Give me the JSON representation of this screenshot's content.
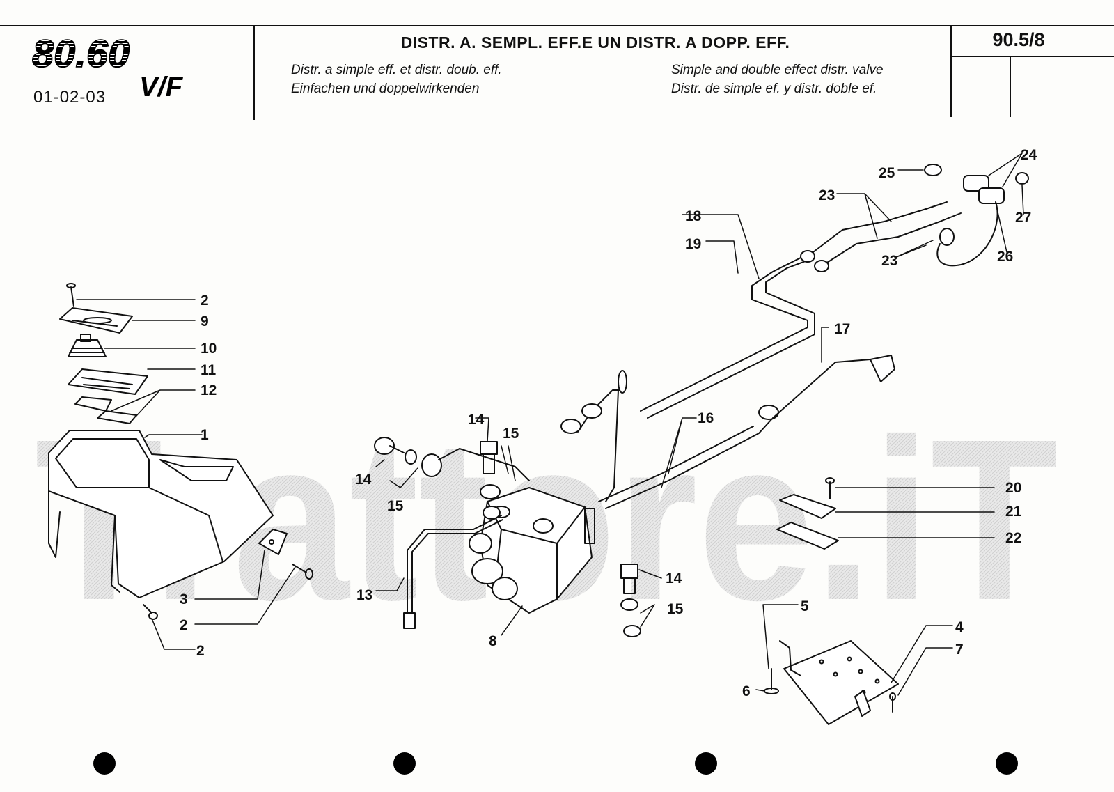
{
  "header": {
    "model_logo": "80.60",
    "model_suffix": "V/F",
    "model_code": "01-02-03",
    "title": "DISTR. A. SEMPL. EFF.E UN DISTR. A DOPP. EFF.",
    "subtitles": {
      "fr": "Distr. a simple eff. et distr. doub. eff.",
      "de": "Einfachen und doppelwirkenden",
      "en": "Simple and double effect distr. valve",
      "es": "Distr. de simple ef. y distr. doble ef."
    },
    "page_number": "90.5/8"
  },
  "watermark": "Trattore.iT",
  "callouts": [
    "2",
    "9",
    "10",
    "11",
    "12",
    "1",
    "3",
    "2",
    "2",
    "14",
    "15",
    "14",
    "15",
    "13",
    "8",
    "14",
    "15",
    "16",
    "17",
    "18",
    "19",
    "23",
    "23",
    "25",
    "24",
    "27",
    "26",
    "20",
    "21",
    "22",
    "5",
    "4",
    "7",
    "6"
  ]
}
